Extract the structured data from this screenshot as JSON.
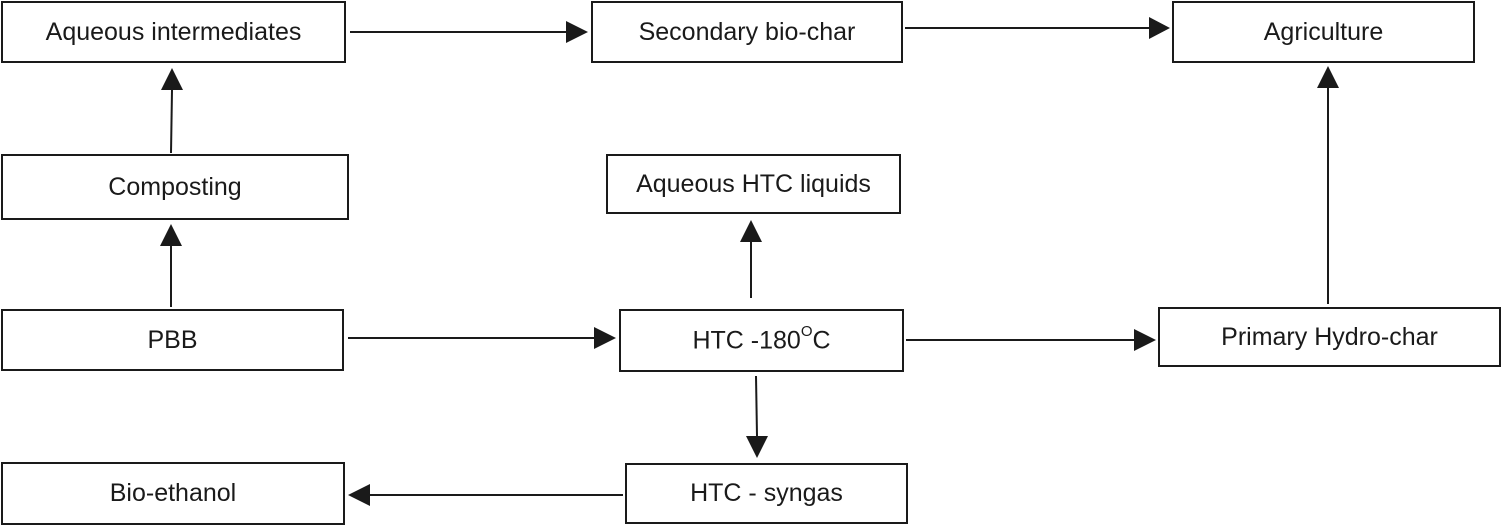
{
  "nodes": {
    "aqueous_intermediates": "Aqueous intermediates",
    "secondary_biochar": "Secondary bio-char",
    "agriculture": "Agriculture",
    "composting": "Composting",
    "aqueous_htc_liquids": "Aqueous HTC liquids",
    "pbb": "PBB",
    "htc_main": "HTC -180",
    "htc_sup": "O",
    "htc_unit": "C",
    "primary_hydrochar": "Primary Hydro-char",
    "bio_ethanol": "Bio-ethanol",
    "htc_syngas": "HTC - syngas"
  },
  "colors": {
    "stroke": "#1a1a1a",
    "background": "#ffffff"
  }
}
